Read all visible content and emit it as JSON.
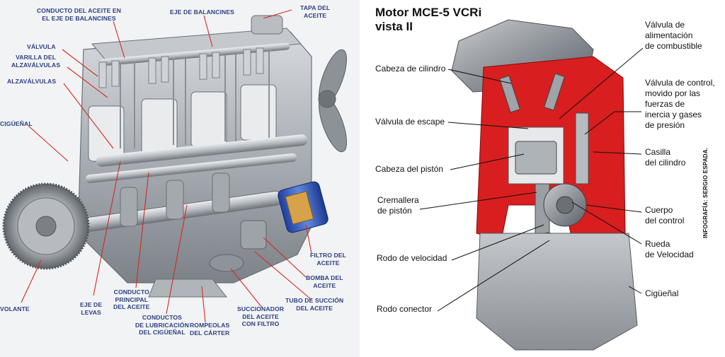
{
  "left": {
    "labels": [
      {
        "id": "conducto-aceite-eje",
        "text": "CONDUCTO DEL ACEITE EN\nEL EJE DE BALANCINES"
      },
      {
        "id": "eje-balancines",
        "text": "EJE DE BALANCINES"
      },
      {
        "id": "tapa-aceite",
        "text": "TAPA DEL\nACEITE"
      },
      {
        "id": "valvula",
        "text": "VÁLVULA"
      },
      {
        "id": "varilla-alzavalvulas",
        "text": "VARILLA DEL\nALZAVÁLVULAS"
      },
      {
        "id": "alzavalvulas",
        "text": "ALZAVÁLVULAS"
      },
      {
        "id": "ciguenal",
        "text": "CIGÜEÑAL"
      },
      {
        "id": "volante",
        "text": "VOLANTE"
      },
      {
        "id": "eje-levas",
        "text": "EJE DE\nLEVAS"
      },
      {
        "id": "conducto-principal",
        "text": "CONDUCTO\nPRINCIPAL\nDEL ACEITE"
      },
      {
        "id": "conductos-lubricacion",
        "text": "CONDUCTOS\nDE LUBRICACIÓN\nDEL CIGÜEÑAL"
      },
      {
        "id": "rompeolas",
        "text": "ROMPEOLAS\nDEL CÁRTER"
      },
      {
        "id": "succionador",
        "text": "SUCCIONADOR\nDEL ACEITE\nCON FILTRO"
      },
      {
        "id": "tubo-succion",
        "text": "TUBO DE SUCCIÓN\nDEL ACEITE"
      },
      {
        "id": "bomba",
        "text": "BOMBA DEL\nACEITE"
      },
      {
        "id": "filtro",
        "text": "FILTRO DEL\nACEITE"
      }
    ]
  },
  "right": {
    "title": "Motor MCE-5 VCRi\nvista II",
    "credit": "INFOGRAFÍA: SERGIO ESPADA.",
    "labels": [
      {
        "id": "cabeza-cilindro",
        "text": "Cabeza de cilindro"
      },
      {
        "id": "valvula-escape",
        "text": "Válvula de escape"
      },
      {
        "id": "cabeza-piston",
        "text": "Cabeza del pistón"
      },
      {
        "id": "cremallera-piston",
        "text": "Cremallera\nde pistón"
      },
      {
        "id": "rodo-velocidad",
        "text": "Rodo de velocidad"
      },
      {
        "id": "rodo-conector",
        "text": "Rodo conector"
      },
      {
        "id": "valvula-alimentacion",
        "text": "Válvula de\nalimentación\nde combustible"
      },
      {
        "id": "valvula-control",
        "text": "Válvula de control,\nmovido por las\nfuerzas de\ninercia y gases\nde presión"
      },
      {
        "id": "casilla-cilindro",
        "text": "Casilla\ndel cilindro"
      },
      {
        "id": "cuerpo-control",
        "text": "Cuerpo\ndel control"
      },
      {
        "id": "rueda-velocidad",
        "text": "Rueda\nde Velocidad"
      },
      {
        "id": "ciguenal-r",
        "text": "Cigüeñal"
      }
    ]
  },
  "colors": {
    "label_blue": "#2d3f80",
    "leader_red": "#d42a1f",
    "cutaway_red": "#d81e1e",
    "metal_gray": "#9aa0a6"
  }
}
